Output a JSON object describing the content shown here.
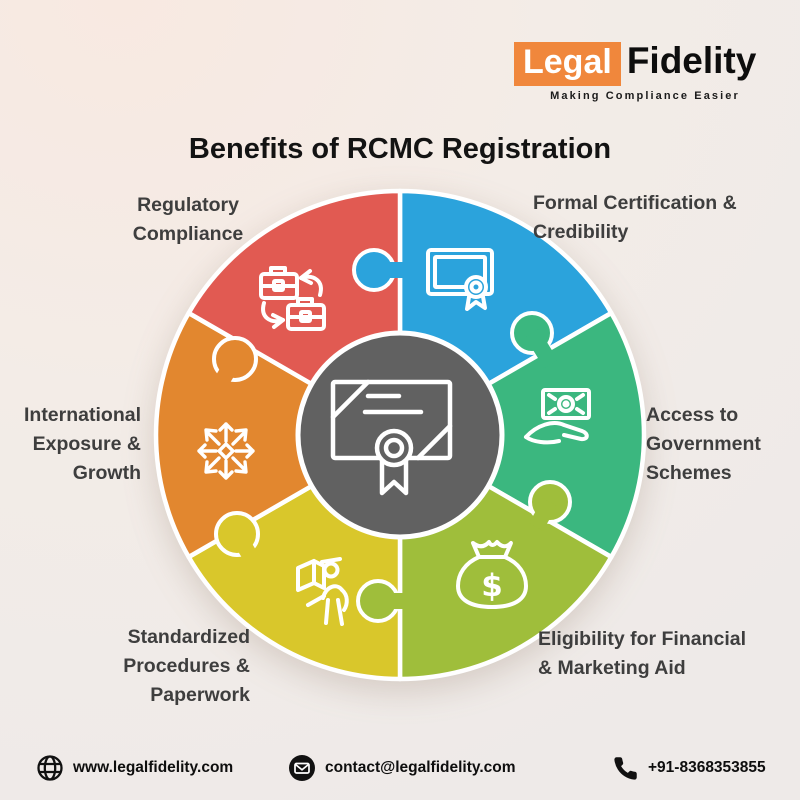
{
  "brand": {
    "name_primary": "Legal",
    "name_secondary": "Fidelity",
    "tagline": "Making Compliance Easier",
    "accent_color": "#F0873C"
  },
  "title": "Benefits of RCMC Registration",
  "wheel": {
    "center": {
      "icon": "certificate-icon",
      "color": "#616161"
    },
    "segments": [
      {
        "label": "Formal Certification &\nCredibility",
        "color": "#2BA3DC",
        "icon": "certificate-badge-icon"
      },
      {
        "label": "Access to\nGovernment\nSchemes",
        "color": "#3BB77F",
        "icon": "money-in-hand-icon"
      },
      {
        "label": "Eligibility for Financial\n& Marketing Aid",
        "color": "#9FBE3B",
        "icon": "money-bag-icon"
      },
      {
        "label": "Standardized\nProcedures &\nPaperwork",
        "color": "#D9C72B",
        "icon": "person-box-icon"
      },
      {
        "label": "International\nExposure &\nGrowth",
        "color": "#E2872F",
        "icon": "geometric-star-icon"
      },
      {
        "label": "Regulatory\nCompliance",
        "color": "#E15A52",
        "icon": "briefcase-exchange-icon"
      }
    ]
  },
  "footer": {
    "website": "www.legalfidelity.com",
    "email": "contact@legalfidelity.com",
    "phone": "+91-8368353855"
  }
}
